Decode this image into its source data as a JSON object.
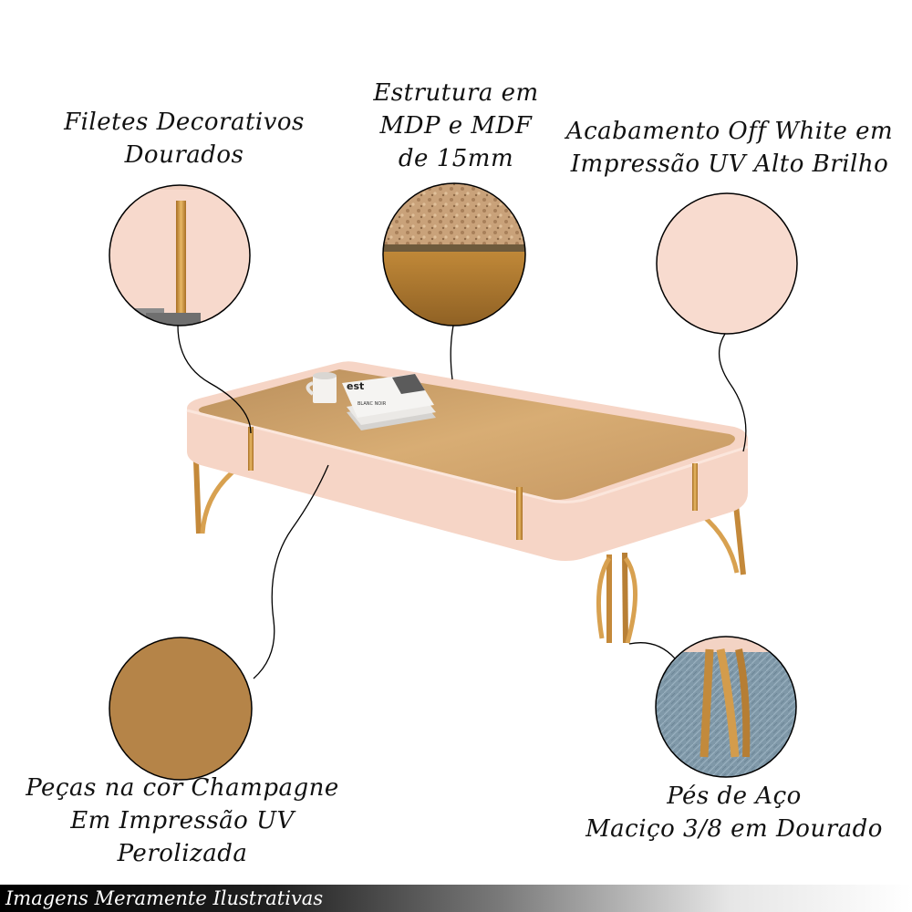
{
  "captions": {
    "filetes": [
      "Filetes Decorativos",
      "Dourados"
    ],
    "estrutura": [
      "Estrutura em",
      "MDP e MDF",
      "de 15mm"
    ],
    "acabamento": [
      "Acabamento Off White em",
      "Impressão UV Alto Brilho"
    ],
    "pecas": [
      "Peças na cor Champagne",
      "Em Impressão UV",
      "Perolizada"
    ],
    "pes": [
      "Pés de Aço",
      "Maciço 3/8 em Dourado"
    ]
  },
  "magazine_text": {
    "cover": "est",
    "brand": "BLANC NOIR"
  },
  "footer": {
    "disclaimer": "Imagens Meramente Ilustrativas"
  },
  "colors": {
    "off_white": "#f7d9cc",
    "gold": "#c9913e",
    "champagne": "#b58448",
    "glass": "#cca06c",
    "steel_rug": "#7f98a8"
  }
}
